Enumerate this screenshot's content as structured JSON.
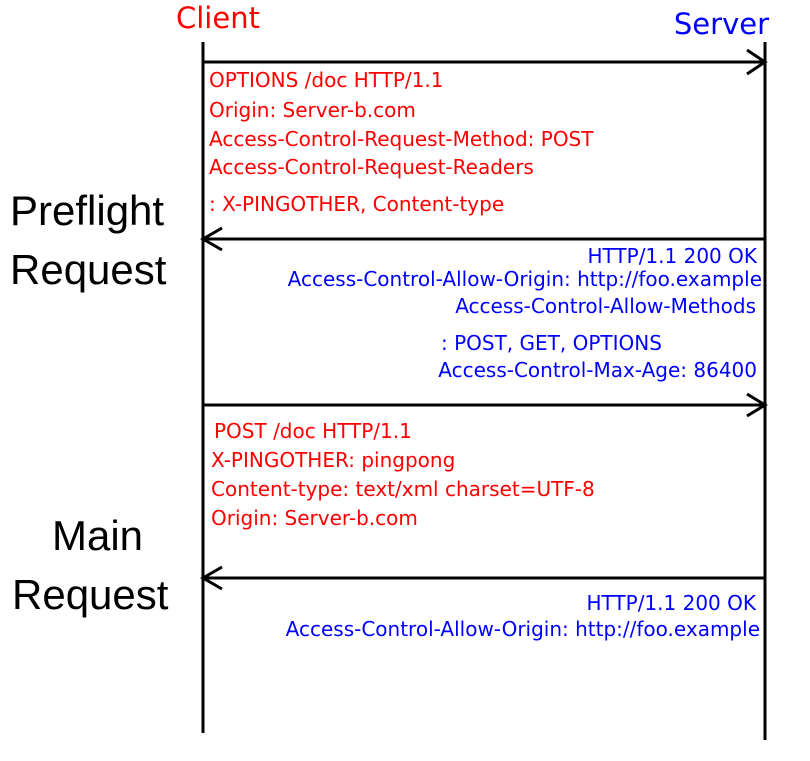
{
  "header": {
    "client": "Client",
    "server": "Server"
  },
  "sections": {
    "preflight": [
      "Preflight",
      "Request"
    ],
    "main": [
      "Main",
      "Request"
    ]
  },
  "preflight_request": [
    "OPTIONS /doc HTTP/1.1",
    "Origin: Server-b.com",
    "Access-Control-Request-Method: POST",
    "Access-Control-Request-Readers",
    ": X-PINGOTHER, Content-type"
  ],
  "preflight_response": [
    "HTTP/1.1 200 OK",
    "Access-Control-Allow-Origin: http://foo.example",
    "Access-Control-Allow-Methods",
    ": POST, GET, OPTIONS",
    "Access-Control-Max-Age: 86400"
  ],
  "main_request": [
    "POST /doc HTTP/1.1",
    "X-PINGOTHER: pingpong",
    "Content-type: text/xml charset=UTF-8",
    "Origin: Server-b.com"
  ],
  "main_response": [
    "HTTP/1.1 200 OK",
    "Access-Control-Allow-Origin: http://foo.example"
  ],
  "colors": {
    "client": "#ff0000",
    "server": "#0000ff",
    "lines": "#000000"
  }
}
